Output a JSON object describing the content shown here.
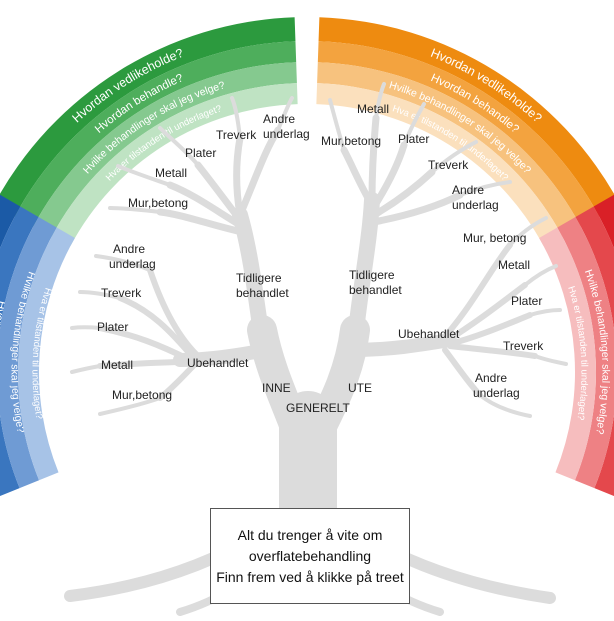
{
  "arc_questions": [
    "Hvordan vedlikeholde?",
    "Hvordan behandle?",
    "Hvilke behandlinger skal jeg velge?",
    "Hva er tilstanden til underlaget?"
  ],
  "arcs": {
    "blue": {
      "colors": [
        "#1b5aa6",
        "#3a76bf",
        "#6f9bd4",
        "#a7c3e7"
      ]
    },
    "green": {
      "colors": [
        "#2c9a3e",
        "#4eae5c",
        "#85c98f",
        "#bfe3c3"
      ]
    },
    "orange": {
      "colors": [
        "#ee8b10",
        "#f3a33f",
        "#f7c27e",
        "#fbe0bd"
      ]
    },
    "red": {
      "colors": [
        "#d92027",
        "#e4484c",
        "#ee8184",
        "#f6bdbe"
      ]
    }
  },
  "tree_color": "#dcdcdc",
  "tree": {
    "generelt": "GENERELT",
    "inne": "INNE",
    "ute": "UTE",
    "inne_tidligere": [
      "Tidligere",
      "behandlet"
    ],
    "inne_ubehandlet": "Ubehandlet",
    "ute_tidligere": [
      "Tidligere",
      "behandlet"
    ],
    "ute_ubehandlet": "Ubehandlet",
    "green_labels": {
      "andre": [
        "Andre",
        "underlag"
      ],
      "treverk": "Treverk",
      "plater": "Plater",
      "metall": "Metall",
      "mur": "Mur,betong"
    },
    "blue_labels": {
      "andre": [
        "Andre",
        "underlag"
      ],
      "treverk": "Treverk",
      "plater": "Plater",
      "metall": "Metall",
      "mur": "Mur,betong"
    },
    "orange_labels": {
      "metall": "Metall",
      "mur": "Mur,betong",
      "plater": "Plater",
      "treverk": "Treverk",
      "andre": [
        "Andre",
        "underlag"
      ]
    },
    "red_labels": {
      "mur": "Mur, betong",
      "metall": "Metall",
      "plater": "Plater",
      "treverk": "Treverk",
      "andre": [
        "Andre",
        "underlag"
      ]
    }
  },
  "infobox": {
    "line1": "Alt du trenger å vite om",
    "line2": "overflatebehandling",
    "line3": "Finn frem ved å klikke på treet"
  }
}
